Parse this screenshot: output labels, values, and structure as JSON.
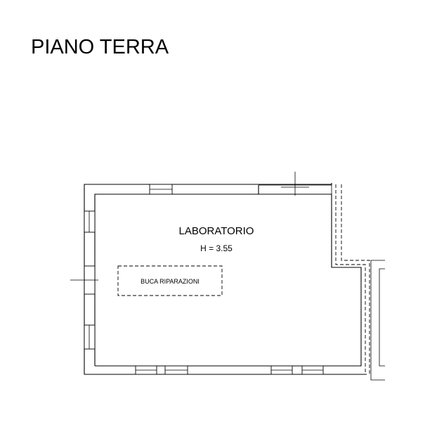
{
  "plan": {
    "floor_title": "PIANO TERRA",
    "room": {
      "name": "LABORATORIO",
      "height_label": "H = 3.55"
    },
    "repair_pit": {
      "label": "BUCA RIPARAZIONI"
    }
  }
}
